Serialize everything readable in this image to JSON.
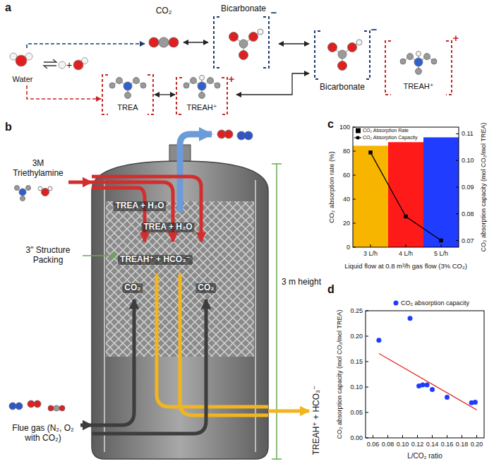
{
  "diagram": {
    "nodes": [
      {
        "text": [
          "Water"
        ]
      },
      {
        "text": [
          "CO₂"
        ]
      },
      {
        "text": [
          "Bicarbonate",
          "−"
        ]
      },
      {
        "text": [
          "TREA"
        ]
      },
      {
        "text": [
          "TREAH⁺",
          "+"
        ]
      },
      {
        "text": [
          "Bicarbonate",
          "−",
          "TREAH⁺",
          "+"
        ]
      },
      {
        "text": [
          "3M Triethylamine"
        ]
      },
      {
        "text": [
          "TREA + H₂O",
          "TREA + H₂O",
          "TREAH⁺ + HCO₃⁻",
          "CO₂",
          "CO₂"
        ]
      },
      {
        "text": [
          "Flue gas (N₂, O₂ with CO₂)"
        ]
      },
      {
        "text": [
          "TREAH⁺ + HCO₃⁻"
        ]
      }
    ],
    "edges": [
      {
        "from": 0,
        "to": 1,
        "arrow": "to"
      },
      {
        "from": 0,
        "to": 3,
        "arrow": "to"
      },
      {
        "from": 1,
        "to": 2,
        "arrow": "both"
      },
      {
        "from": 3,
        "to": 4,
        "arrow": "both"
      },
      {
        "from": 2,
        "to": 5,
        "arrow": "both"
      },
      {
        "from": 4,
        "to": 5,
        "arrow": "both"
      },
      {
        "from": 6,
        "to": 7,
        "arrow": "to"
      },
      {
        "from": 8,
        "to": 7,
        "arrow": "to"
      },
      {
        "from": 7,
        "to": 9,
        "arrow": "to"
      }
    ],
    "labels": [
      "a",
      "+",
      "b",
      "3\" Structure Packing",
      "3 m height",
      "c",
      "0",
      "20",
      "40",
      "60",
      "80",
      "100",
      "0.07",
      "0.08",
      "0.09",
      "0.10",
      "0.11",
      "3 L/h",
      "4 L/h",
      "5 L/h",
      "CO₂ absorption rate (%)",
      "CO₂ absorption capacity (mol CO₂/mol TREA)",
      "Liquid flow at 0.8 m³/h gas flow (3% CO₂)",
      "d",
      "0.00",
      "0.05",
      "0.10",
      "0.15",
      "0.20",
      "0.25",
      "0.06",
      "0.08",
      "0.10",
      "0.12",
      "0.14",
      "0.16",
      "0.18",
      "0.20",
      "CO₂ absorption capacity (mol CO₂/mol TREA)",
      "L/CO₂ ratio"
    ],
    "legend": [
      {
        "text": "CO₂ Absorption Rate",
        "color": "#000000"
      },
      {
        "text": "CO₂ Absorption Capacity"
      },
      {
        "text": "CO₂ absorption capacity"
      }
    ]
  }
}
